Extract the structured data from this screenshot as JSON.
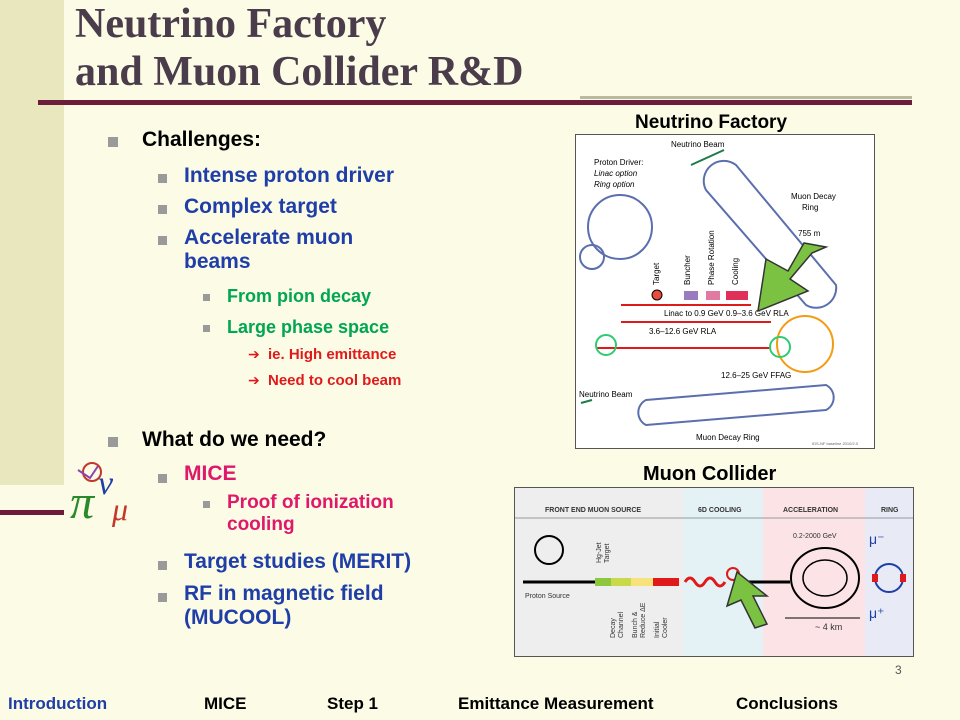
{
  "title": {
    "line1": "Neutrino Factory",
    "line2": "and Muon Collider R&D"
  },
  "bullets": {
    "challenges": "Challenges:",
    "proton_driver": "Intense proton driver",
    "complex_target": "Complex target",
    "accel_line1": "Accelerate muon",
    "accel_line2": "beams",
    "pion_decay": "From pion decay",
    "phase_space": "Large phase space",
    "emittance": "ie. High emittance",
    "cool_beam": "Need to cool beam",
    "need": "What do we need?",
    "mice": "MICE",
    "proof_line1": "Proof of ionization",
    "proof_line2": "cooling",
    "target_studies": "Target studies (MERIT)",
    "rf_line1": "RF in magnetic field",
    "rf_line2": "(MUCOOL)"
  },
  "nf_diagram": {
    "title": "Neutrino Factory",
    "neutrino_beam_top": "Neutrino Beam",
    "proton_driver": "Proton Driver:",
    "linac_option": "Linac option",
    "ring_option": "Ring option",
    "muon_decay_ring_1": "Muon Decay",
    "muon_decay_ring_2": "Ring",
    "distance": "755 m",
    "target": "Target",
    "buncher": "Buncher",
    "phase_rotation": "Phase Rotation",
    "cooling": "Cooling",
    "linac": "Linac to 0.9 GeV",
    "rla1": "0.9–3.6 GeV RLA",
    "rla2": "3.6–12.6 GeV RLA",
    "ffag": "12.6–25 GeV FFAG",
    "neutrino_beam_bottom": "Neutrino Beam",
    "muon_decay_ring_bottom": "Muon Decay Ring",
    "credit": "IDS-NF baseline 2010/2.0"
  },
  "mc_diagram": {
    "title": "Muon Collider",
    "front_end": "FRONT END MUON SOURCE",
    "cooling_6d": "6D COOLING",
    "acceleration": "ACCELERATION",
    "ring": "RING",
    "hg_jet_1": "Hg-Jet",
    "hg_jet_2": "Target",
    "proton_source": "Proton Source",
    "energy": "0.2-2000 GeV",
    "length": "~ 4 km",
    "decay_1": "Decay",
    "decay_2": "Channel",
    "bunch_1": "Bunch &",
    "bunch_2": "Reduce ΔE",
    "initial_1": "Initial",
    "initial_2": "Cooler",
    "mu_minus": "μ⁻",
    "mu_plus": "μ⁺"
  },
  "page_number": "3",
  "footer": [
    "Introduction",
    "MICE",
    "Step 1",
    "Emittance Measurement",
    "Conclusions"
  ],
  "colors": {
    "accent_rule": "#6b1d3a",
    "sidebar": "#e9e7bd",
    "blue": "#1f3ea7",
    "green": "#00a651",
    "red": "#e01a1a",
    "pink": "#e0186a"
  }
}
